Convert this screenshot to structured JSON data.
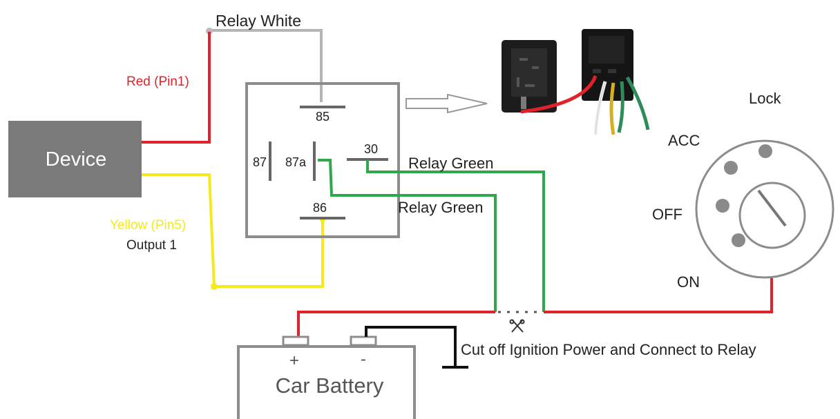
{
  "device": {
    "label": "Device"
  },
  "wires": {
    "relay_white": "Relay White",
    "red_pin1": "Red (Pin1)",
    "yellow_pin5": "Yellow (Pin5)",
    "output_1": "Output 1",
    "relay_green_1": "Relay Green",
    "relay_green_2": "Relay Green"
  },
  "relay": {
    "pin_85": "85",
    "pin_86": "86",
    "pin_87": "87",
    "pin_87a": "87a",
    "pin_30": "30"
  },
  "battery": {
    "label": "Car Battery",
    "plus": "+",
    "minus": "-"
  },
  "ignition": {
    "lock": "Lock",
    "acc": "ACC",
    "off": "OFF",
    "on": "ON"
  },
  "instruction": "Cut off Ignition Power and Connect to Relay",
  "colors": {
    "red": "#e0222b",
    "yellow": "#f4ea1c",
    "green": "#2ea84a",
    "white_wire": "#b5b5b5",
    "device_fill": "#7a7a7a",
    "outline": "#8c8c8c"
  }
}
